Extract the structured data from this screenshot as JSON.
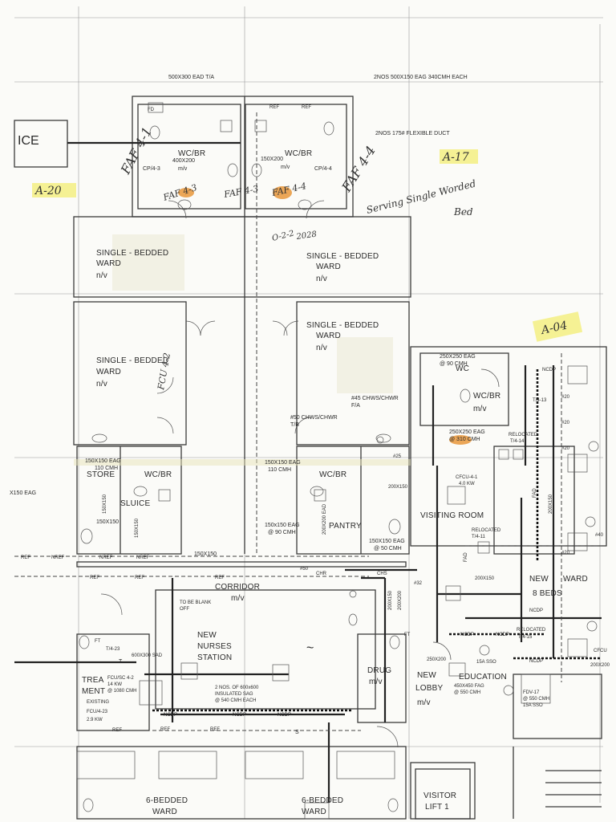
{
  "rooms": {
    "office": "ICE",
    "ward_1": "SINGLE - BEDDED",
    "ward_1b": "WARD",
    "ward_1c": "n/v",
    "ward_2": "SINGLE - BEDDED",
    "ward_2b": "WARD",
    "ward_2c": "n/v",
    "ward_3": "SINGLE - BEDDED",
    "ward_3b": "WARD",
    "ward_3c": "n/v",
    "ward_4": "SINGLE - BEDDED",
    "ward_4b": "WARD",
    "ward_4c": "n/v",
    "wcbr_top_left": "WC/BR",
    "wcbr_top_left_dim": "400X200",
    "wcbr_top_left_mv": "m/v",
    "wcbr_top_right": "WC/BR",
    "wcbr_top_right_dim": "150X200",
    "wcbr_top_right_mv": "m/v",
    "wcbr_mid_left": "WC/BR",
    "wcbr_mid_right": "WC/BR",
    "wcbr_east": "WC/BR",
    "wcbr_east_mv": "m/v",
    "wc_east": "WC",
    "store": "STORE",
    "sluice": "SLUICE",
    "pantry": "PANTRY",
    "visiting_room": "VISITING ROOM",
    "corridor": "CORRIDOR",
    "corridor_mv": "m/v",
    "nurses_1": "NEW",
    "nurses_2": "NURSES",
    "nurses_3": "STATION",
    "treatment_1": "TREA",
    "treatment_2": "MENT",
    "drug": "DRUG",
    "drug_mv": "m/v",
    "lobby_1": "NEW",
    "lobby_2": "LOBBY",
    "lobby_mv": "m/v",
    "education": "EDUCATION",
    "new_ward_1": "NEW",
    "new_ward_2": "WARD",
    "new_ward_3": "8 BEDS",
    "ward_6_left_1": "6-BEDDED",
    "ward_6_left_2": "WARD",
    "ward_6_right_1": "6-BEDDED",
    "ward_6_right_2": "WARD",
    "lift_1": "VISITOR",
    "lift_2": "LIFT 1"
  },
  "annotations": {
    "ead_top": "500X300 EAD T/A",
    "eag_top": "2NOS 500X150 EAG 340CMH EACH",
    "flex_duct": "2NOS 175# FLEXIBLE DUCT",
    "fd": "FD",
    "ref": "REF",
    "nref": "NREF",
    "ncdp": "NCDP",
    "chr": "CHR",
    "chs": "CHS",
    "cp_left": "CP/4-3",
    "cp_right": "CP/4-4",
    "eag_left_wc_1": "150X150 EAG",
    "eag_left_wc_2": "110 CMH",
    "eag_mid_1": "150X150 EAG",
    "eag_mid_2": "110 CMH",
    "eag_west": "X150 EAG",
    "dim_150": "150X150",
    "dim_150_v": "150X150",
    "dim_150_v2": "150X150",
    "dim_150_b": "150X150",
    "eag_pantry_1": "150x150 EAG",
    "eag_pantry_2": "@ 90 CMH",
    "eag_pantry_b1": "150X150 EAG",
    "eag_pantry_b2": "@ 50 CMH",
    "ead_200": "200X200 EAD",
    "chws_45": "#45 CHWS/CHWR",
    "chws_45b": "F/A",
    "chws_50": "#50 CHWS/CHWR",
    "chws_50b": "T/B",
    "eag_wc_1": "250X250 EAG",
    "eag_wc_2": "@ 90 CMH",
    "eag_br_1": "250X250 EAG",
    "eag_br_2": "@ 310 CMH",
    "relocated_1": "RELOCATED",
    "relocated_1b": "T/4-14",
    "relocated_2": "RELOCATED",
    "relocated_2b": "T/4-11",
    "relocated_3": "RELOCATED",
    "relocated_3b": "T/4-15",
    "t413": "T/4-13",
    "cfcu": "CFCU-4-1",
    "cfcu_kw": "4.0 KW",
    "cfcu_right": "CFCU",
    "duct_200": "200X150",
    "duct_200b": "200X150",
    "duct_200v": "200X150",
    "duct_200c": "200X200",
    "dim_200x150": "200X150",
    "fad": "FAD",
    "to_be_blank_1": "TO BE BLANK",
    "to_be_blank_2": "OFF",
    "sad_600": "600X300 SAD",
    "sad_note_1": "2 NOS. OF 600x600",
    "sad_note_2": "INSULATED SAG",
    "sad_note_3": "@ 540 CMH EACH",
    "fcu_sc_1": "FCU/SC 4-2",
    "fcu_sc_2": "14 KW",
    "fcu_sc_3": "@ 1080 CMH",
    "existing": "EXISTING",
    "fcu_423_a": "FCU/4-23",
    "fcu_423_b": "2.9 KW",
    "t423": "T/4-23",
    "eag_250": "250X200",
    "fag_450_1": "450X450 FAG",
    "fag_450_2": "@ 550 CMH",
    "fdv_17_1": "FDV-17",
    "fdv_17_2": "@ 550 CMH",
    "fdv_17_3": "15A SSO",
    "sso": "15A SSO",
    "dim_200x200_r": "200X200",
    "num_20": "#20",
    "num_32": "#32",
    "num_40": "#40",
    "num_50": "#50",
    "num_25": "#25",
    "t_mark": "T",
    "s_mark": "S",
    "ft": "FT",
    "tilde": "~"
  },
  "handwritten": {
    "faf_vertical": "FAF 4-1",
    "faf_43": "FAF 4-3",
    "faf_4b": "FAF 4-3",
    "faf_44": "FAF 4-4",
    "faf_44b": "FAF 4-4",
    "faf_42": "FCU 4-2",
    "a20": "A-20",
    "a17": "A-17",
    "a04": "A-04",
    "serving_1": "Serving Single Worded",
    "serving_2": "Bed",
    "scribble_1": "O-2-2",
    "scribble_2": "2028"
  }
}
